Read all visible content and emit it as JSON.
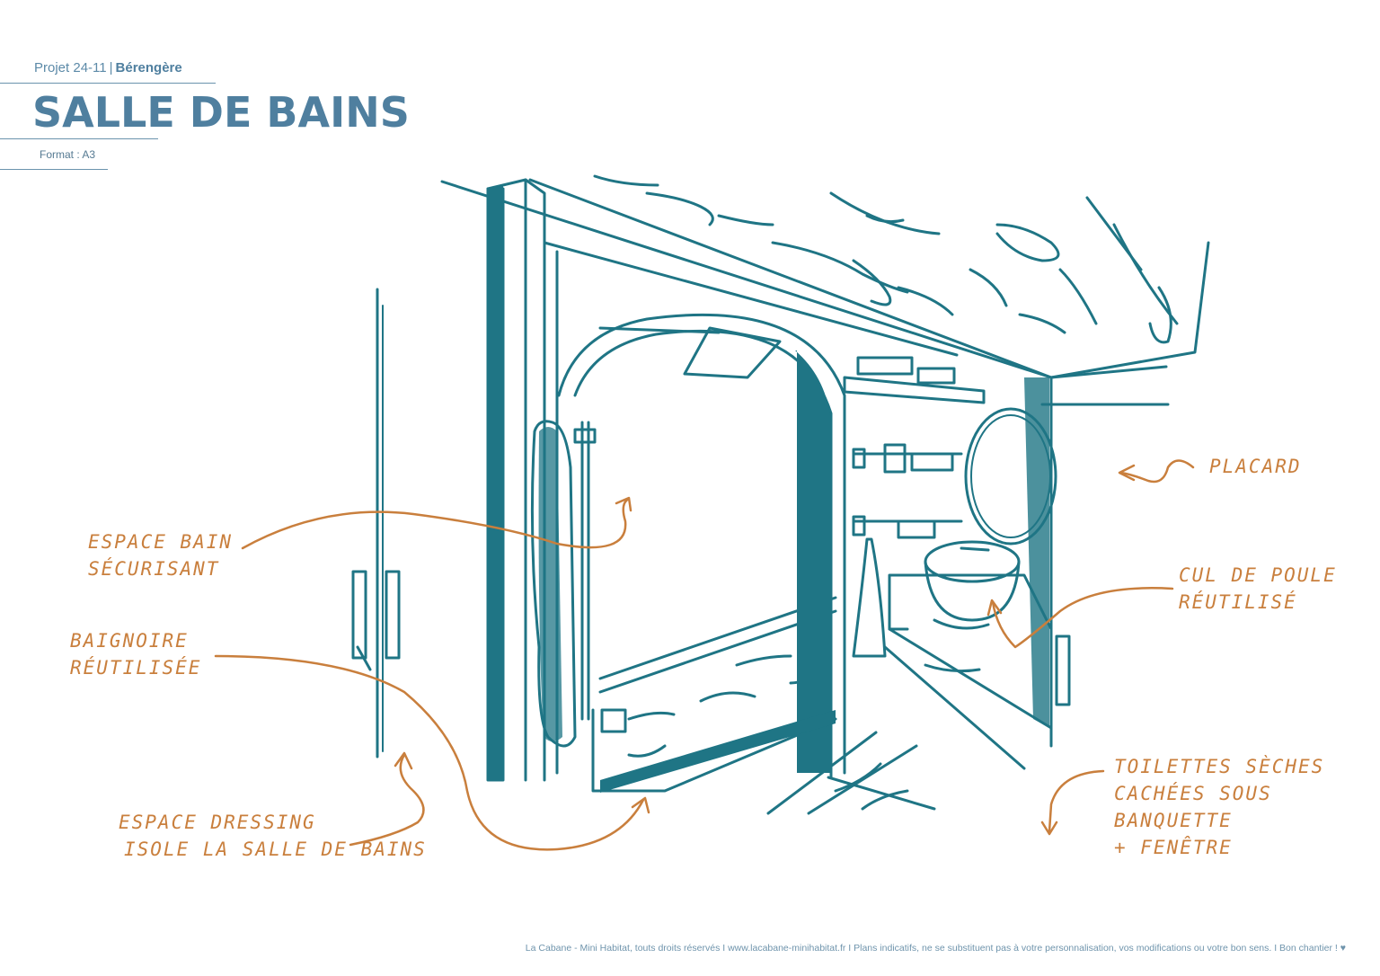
{
  "header": {
    "project": "Projet 24-11",
    "separator": "|",
    "client": "Bérengère",
    "title": "SALLE DE BAINS",
    "format": "Format : A3"
  },
  "annotations": {
    "espace_bain": [
      "ESPACE BAIN",
      "SÉCURISANT"
    ],
    "baignoire": [
      "BAIGNOIRE",
      "RÉUTILISÉE"
    ],
    "espace_dressing": [
      "ESPACE DRESSING",
      "ISOLE LA SALLE DE BAINS"
    ],
    "placard": [
      "PLACARD"
    ],
    "cul_de_poule": [
      "CUL DE POULE",
      "RÉUTILISÉ"
    ],
    "toilettes": [
      "TOILETTES SÈCHES",
      "CACHÉES SOUS",
      "BANQUETTE",
      "+ FENÊTRE"
    ]
  },
  "footer": {
    "text": "La Cabane - Mini Habitat, touts droits réservés I www.lacabane-minihabitat.fr I Plans indicatifs,  ne se substituent pas à votre personnalisation, vos modifications ou votre bon sens. I Bon chantier ! ♥"
  },
  "colors": {
    "drawing": "#1f7585",
    "annotation": "#c97f3d",
    "title": "#4f7f9f"
  }
}
